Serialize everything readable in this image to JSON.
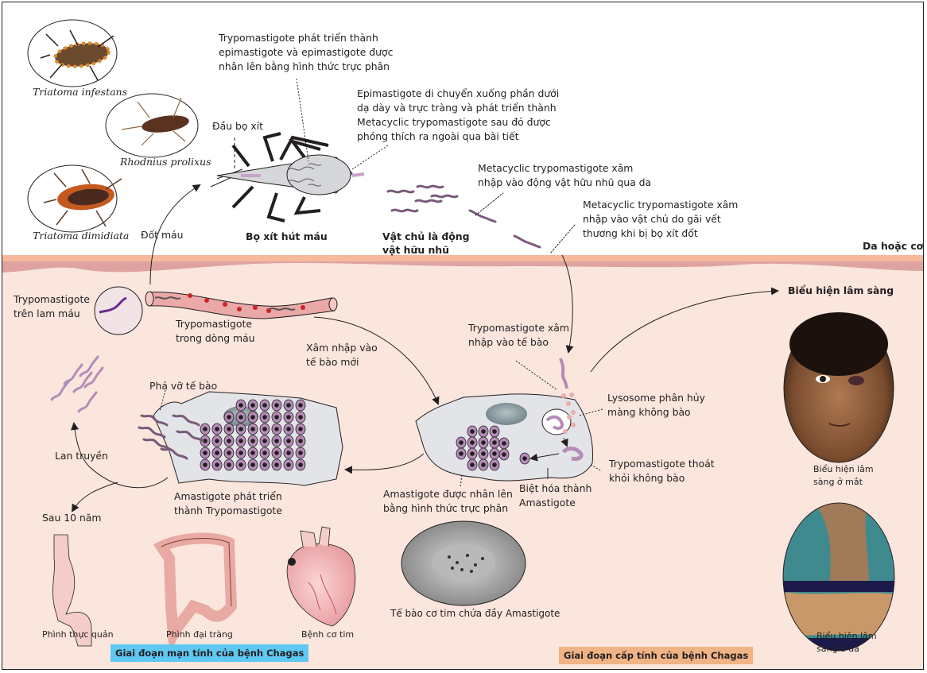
{
  "diagram": {
    "title_region_label": "Da hoặc cơ",
    "vector_species": [
      {
        "name": "Triatoma infestans"
      },
      {
        "name": "Rhodnius prolixus"
      },
      {
        "name": "Triatoma dimidiata"
      }
    ],
    "insect_labels": {
      "head": "Đầu bọ xít",
      "caption": "Bọ xít hút máu",
      "blood_meal": "Đốt máu"
    },
    "notes_top": {
      "trypo_to_epi_l1": "Trypomastigote phát triển thành",
      "trypo_to_epi_l2": "epimastigote và epimastigote được",
      "trypo_to_epi_l3": "nhân lên bằng hình thức trực phân",
      "epi_move_l1": "Epimastigote di chuyển xuống phần dưới",
      "epi_move_l2": "dạ dày và trực tràng và phát triển thành",
      "epi_move_l3": "Metacyclic trypomastigote sau đó được",
      "epi_move_l4": "phóng thích ra ngoài qua bài tiết",
      "meta_skin_l1": "Metacyclic trypomastigote xâm",
      "meta_skin_l2": "nhập vào động vật hữu nhũ qua da",
      "meta_wound_l1": "Metacyclic trypomastigote xâm",
      "meta_wound_l2": "nhập vào vật chủ do gãi vết",
      "meta_wound_l3": "thương khi bị bọ xít đốt",
      "host_l1": "Vật chủ là động",
      "host_l2": "vật hữu nhũ"
    },
    "host_cycle": {
      "blood_smear_l1": "Trypomastigote",
      "blood_smear_l2": "trên lam máu",
      "bloodstream_l1": "Trypomastigote",
      "bloodstream_l2": "trong dòng máu",
      "invade_new_l1": "Xâm nhập vào",
      "invade_new_l2": "tế bào mới",
      "invade_cell_l1": "Trypomastigote xâm",
      "invade_cell_l2": "nhập vào tế bào",
      "lysosome_l1": "Lysosome phân hủy",
      "lysosome_l2": "màng không bào",
      "escape_l1": "Trypomastigote thoát",
      "escape_l2": "khỏi không bào",
      "differentiate_l1": "Biệt hóa thành",
      "differentiate_l2": "Amastigote",
      "amastigote_div_l1": "Amastigote được nhân lên",
      "amastigote_div_l2": "bằng hình thức trực phân",
      "amastigote_dev_l1": "Amastigote phát triển",
      "amastigote_dev_l2": "thành Trypomastigote",
      "cell_rupture": "Phá vỡ tế bào",
      "spread": "Lan truyền",
      "after_years": "Sau 10 năm"
    },
    "clinical": {
      "heading": "Biểu hiện lâm sàng",
      "eye_l1": "Biểu hiện lâm",
      "eye_l2": "sàng ở mắt",
      "skin_l1": "Biểu hiện lâm",
      "skin_l2": "sàng ở da"
    },
    "chronic": {
      "organs": [
        "Phình thực quản",
        "Phình đại tràng",
        "Bệnh cơ tim"
      ],
      "label": "Giai đoạn mạn tính của bệnh Chagas",
      "label_color": "#5ec8f2"
    },
    "acute": {
      "myocardium_caption": "Tế bào cơ tim chứa đầy Amastigote",
      "label": "Giai đoạn cấp tính của bệnh Chagas",
      "label_color": "#f0b386"
    },
    "colors": {
      "skin_background": "#fbe6dd",
      "skin_top": "#f7b89c",
      "skin_dermis": "#dea3a0",
      "parasite": "#c9a2c8",
      "amastigote": "#b58cb8",
      "cell": "#e3e4e8",
      "nucleus": "#8e9ea3"
    }
  }
}
